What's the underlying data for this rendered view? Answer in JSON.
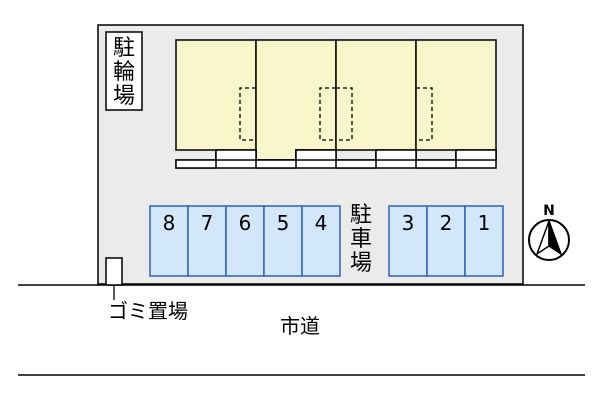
{
  "labels": {
    "bicycle_parking": "駐輪場",
    "car_parking": "駐車場",
    "garbage_area": "ゴミ置場",
    "city_road": "市道",
    "north": "N"
  },
  "parking_spaces": {
    "left_group": [
      "8",
      "7",
      "6",
      "5",
      "4"
    ],
    "right_group": [
      "3",
      "2",
      "1"
    ]
  },
  "colors": {
    "lot_fill": "#ebebeb",
    "building_fill": "#f8f7cb",
    "parking_fill": "#d2e7fa",
    "parking_stroke": "#3060c0",
    "line": "#000000"
  },
  "icons": {
    "north_arrow": "north-arrow-icon"
  }
}
